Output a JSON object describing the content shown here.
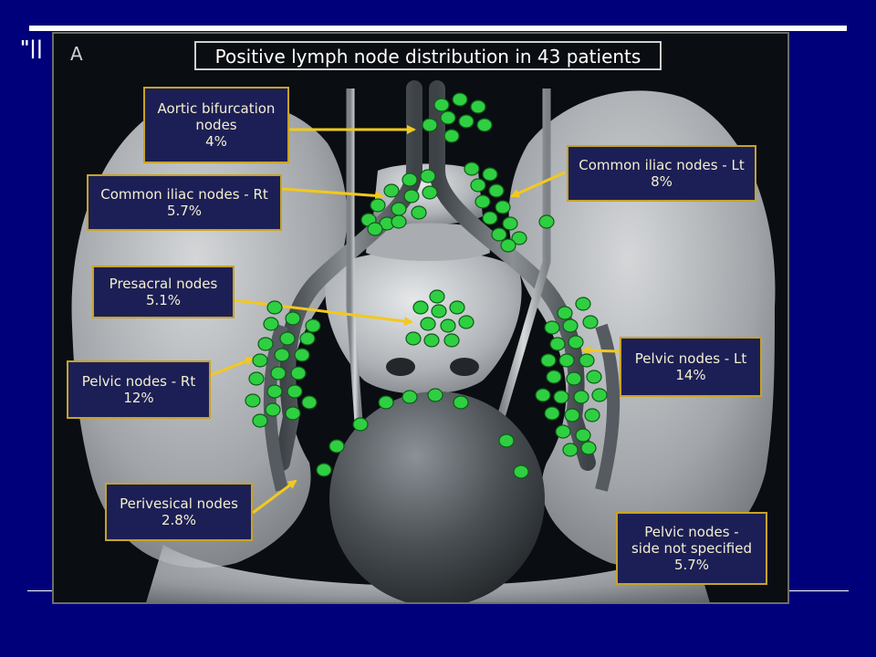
{
  "figure": {
    "panel_letter": "A",
    "title": "Positive lymph node distribution in 43 patients",
    "labels": [
      {
        "line1": "Aortic bifurcation",
        "line2": "nodes",
        "value": "4%"
      },
      {
        "line1": "Common iliac nodes - Lt",
        "value": "8%"
      },
      {
        "line1": "Common iliac nodes - Rt",
        "value": "5.7%"
      },
      {
        "line1": "Presacral nodes",
        "value": "5.1%"
      },
      {
        "line1": "Pelvic nodes - Rt",
        "value": "12%"
      },
      {
        "line1": "Pelvic nodes - Lt",
        "value": "14%"
      },
      {
        "line1": "Perivesical nodes",
        "value": "2.8%"
      },
      {
        "line1": "Pelvic nodes -",
        "line2": "side not specified",
        "value": "5.7%"
      }
    ]
  },
  "slide": {
    "corner_marks": "\"||"
  },
  "colors": {
    "slide_background": "#00007a",
    "node_green": "#2fcf42",
    "label_fill": "#1c1f56",
    "label_border": "#c7a325",
    "arrow_yellow": "#f2c91d"
  }
}
